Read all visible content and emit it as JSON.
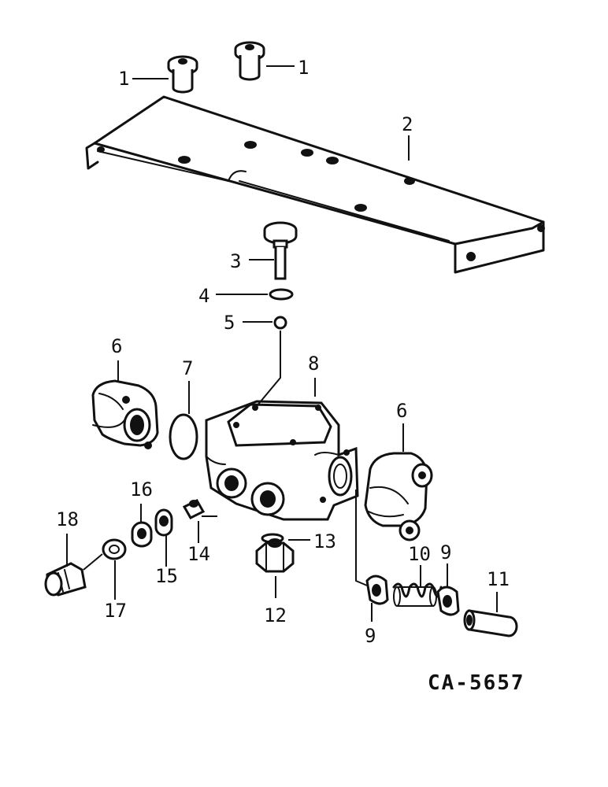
{
  "drawing_code": "CA-5657",
  "callouts": [
    {
      "id": "c1a",
      "text": "1"
    },
    {
      "id": "c1b",
      "text": "1"
    },
    {
      "id": "c2",
      "text": "2"
    },
    {
      "id": "c3",
      "text": "3"
    },
    {
      "id": "c4",
      "text": "4"
    },
    {
      "id": "c5",
      "text": "5"
    },
    {
      "id": "c6a",
      "text": "6"
    },
    {
      "id": "c6b",
      "text": "6"
    },
    {
      "id": "c7",
      "text": "7"
    },
    {
      "id": "c8",
      "text": "8"
    },
    {
      "id": "c9a",
      "text": "9"
    },
    {
      "id": "c9b",
      "text": "9"
    },
    {
      "id": "c10",
      "text": "10"
    },
    {
      "id": "c11",
      "text": "11"
    },
    {
      "id": "c12",
      "text": "12"
    },
    {
      "id": "c13",
      "text": "13"
    },
    {
      "id": "c14",
      "text": "14"
    },
    {
      "id": "c15",
      "text": "15"
    },
    {
      "id": "c16",
      "text": "16"
    },
    {
      "id": "c17",
      "text": "17"
    },
    {
      "id": "c18",
      "text": "18"
    }
  ]
}
